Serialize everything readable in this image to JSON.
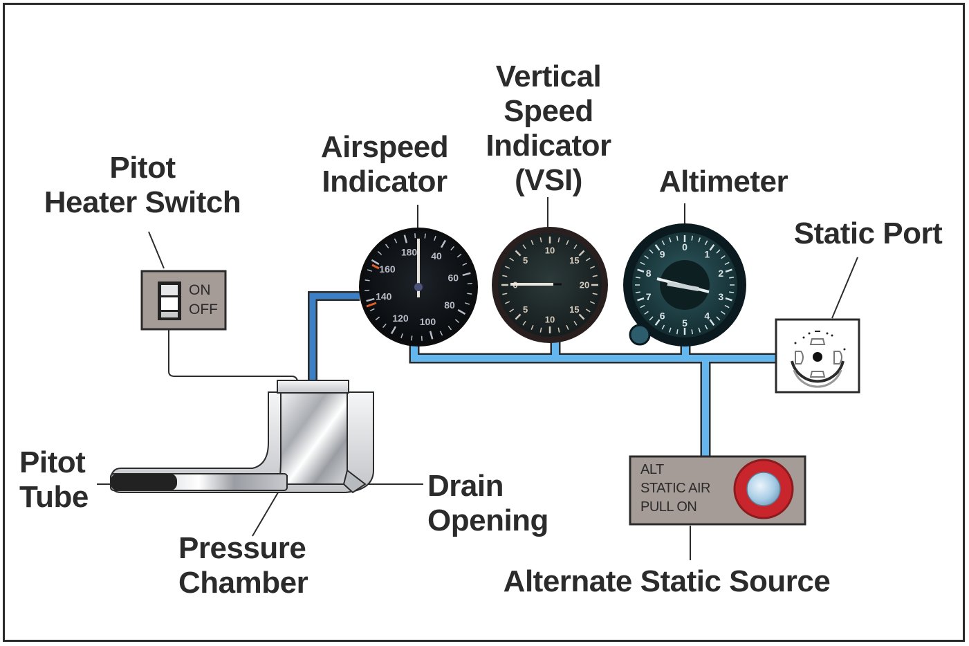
{
  "labels": {
    "pitot_heater_switch": [
      "Pitot",
      "Heater Switch"
    ],
    "airspeed_indicator": [
      "Airspeed",
      "Indicator"
    ],
    "vsi": [
      "Vertical",
      "Speed",
      "Indicator",
      "(VSI)"
    ],
    "altimeter": [
      "Altimeter"
    ],
    "static_port": [
      "Static Port"
    ],
    "pitot_tube": [
      "Pitot",
      "Tube"
    ],
    "pressure_chamber": [
      "Pressure",
      "Chamber"
    ],
    "drain_opening": [
      "Drain",
      "Opening"
    ],
    "alternate_static_source": [
      "Alternate Static Source"
    ]
  },
  "heater_switch": {
    "on_label": "ON",
    "off_label": "OFF"
  },
  "alt_static_panel": {
    "lines": [
      "ALT",
      "STATIC AIR",
      "PULL ON"
    ]
  },
  "gauges": {
    "airspeed": {
      "ticks": [
        "40",
        "60",
        "80",
        "100",
        "120",
        "140",
        "160",
        "180"
      ]
    },
    "vsi": {
      "ticks": [
        "0",
        "5",
        "10",
        "15",
        "20",
        "15",
        "10",
        "5"
      ]
    },
    "altimeter": {
      "ticks": [
        "0",
        "1",
        "2",
        "3",
        "4",
        "5",
        "6",
        "7",
        "8",
        "9"
      ]
    }
  },
  "colors": {
    "pipe": "#63b6ee",
    "pipe_dark": "#3d7fc4",
    "panel": "#a59c97",
    "knob_red": "#c8262c",
    "label_text": "#2b2b2b"
  }
}
